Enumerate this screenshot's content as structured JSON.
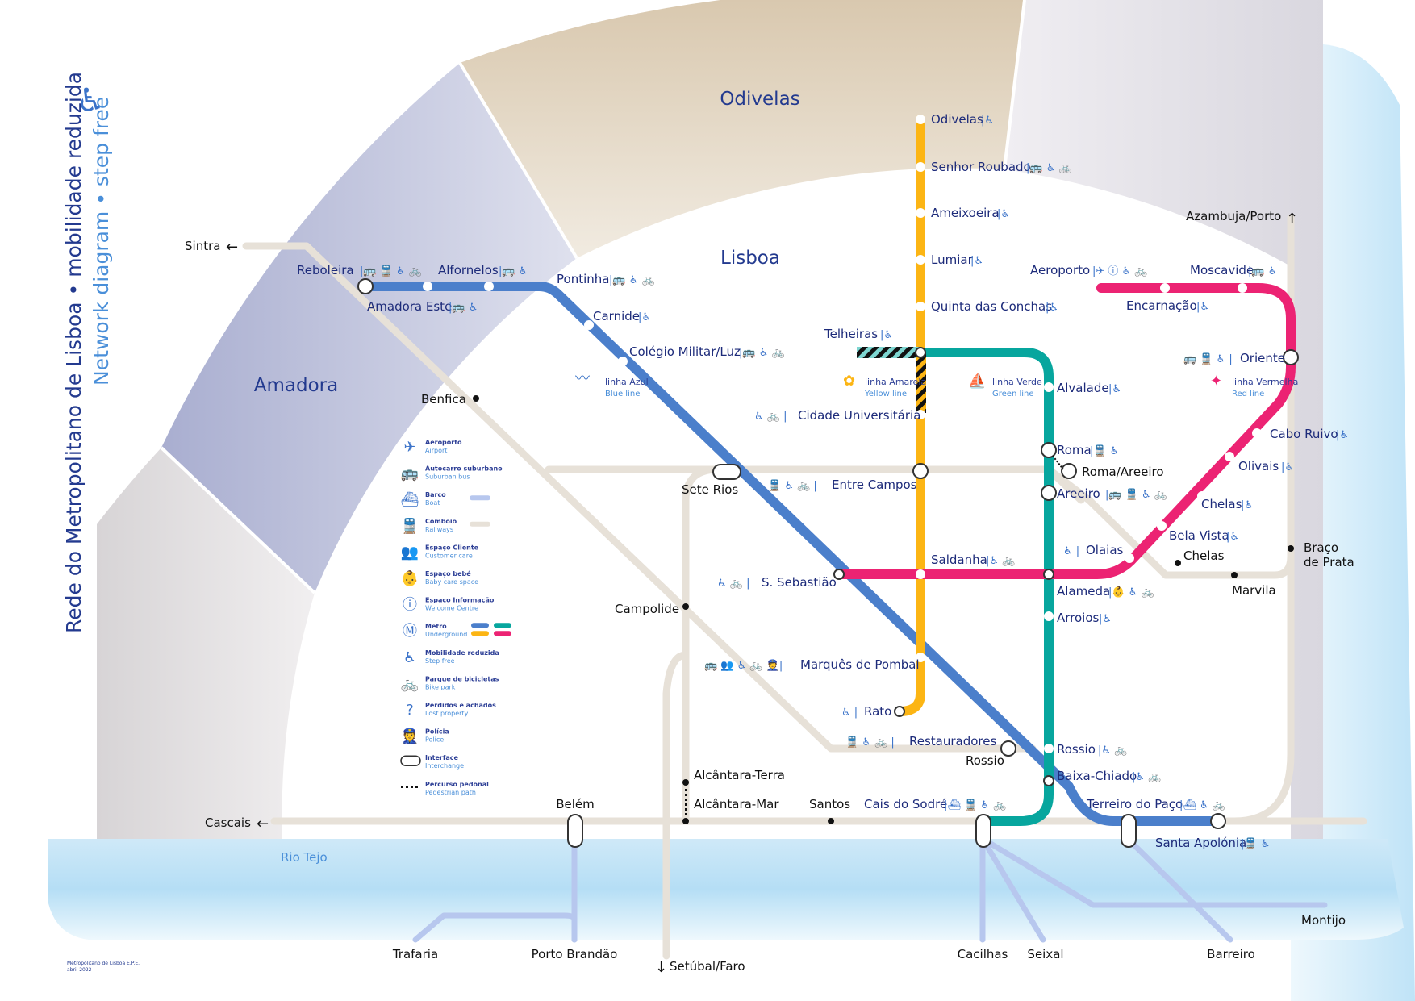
{
  "title_vertical_1": "Rede do Metropolitano de Lisboa • mobilidade reduzida",
  "title_vertical_2": "Network diagram • step free",
  "zones": {
    "odivelas": "Odivelas",
    "lisboa": "Lisboa",
    "amadora": "Amadora"
  },
  "river": "Rio Tejo",
  "credit_1": "Metropolitano de Lisboa E.P.E.",
  "credit_2": "abril 2022",
  "colors": {
    "azul": "#4b7fcb",
    "amarela": "#fcb514",
    "verde": "#07a69e",
    "vermelha": "#ec2373",
    "rail": "#e7e1d8",
    "boat": "#b7c7ee",
    "navy": "#1d2b7a",
    "icon": "#3b73c9"
  },
  "lines": {
    "azul": {
      "name": "linha Azul",
      "sub": "Blue line"
    },
    "amarela": {
      "name": "linha Amarela",
      "sub": "Yellow line"
    },
    "verde": {
      "name": "linha Verde",
      "sub": "Green line"
    },
    "vermelha": {
      "name": "linha Vermelha",
      "sub": "Red line"
    }
  },
  "stations": [
    {
      "name": "Odivelas",
      "icons": "|♿"
    },
    {
      "name": "Senhor Roubado",
      "icons": "|🚌 ♿ 🚲"
    },
    {
      "name": "Ameixoeira",
      "icons": "|♿"
    },
    {
      "name": "Lumiar",
      "icons": "|♿"
    },
    {
      "name": "Quinta das Conchas",
      "icons": "|♿"
    },
    {
      "name": "Telheiras",
      "icons": "|♿"
    },
    {
      "name": "Cidade Universitária",
      "icons": "♿ 🚲 |"
    },
    {
      "name": "Entre Campos",
      "icons": "🚆 ♿ 🚲 |"
    },
    {
      "name": "Saldanha",
      "icons": "|♿ 🚲"
    },
    {
      "name": "Marquês de Pombal",
      "icons": "🚌 👥 ♿ 🚲 👮|"
    },
    {
      "name": "Rato",
      "icons": "♿ |"
    },
    {
      "name": "Reboleira",
      "icons": "|🚌 🚆 ♿ 🚲"
    },
    {
      "name": "Alfornelos",
      "icons": "|🚌 ♿"
    },
    {
      "name": "Amadora Este",
      "icons": "|🚌 ♿"
    },
    {
      "name": "Pontinha",
      "icons": "|🚌 ♿ 🚲"
    },
    {
      "name": "Carnide",
      "icons": "|♿"
    },
    {
      "name": "Colégio Militar/Luz",
      "icons": "|🚌 ♿ 🚲"
    },
    {
      "name": "S. Sebastião",
      "icons": "♿ 🚲 |"
    },
    {
      "name": "Restauradores",
      "icons": "🚆 ♿ 🚲 |"
    },
    {
      "name": "Terreiro do Paço",
      "icons": "|⛴ ♿ 🚲"
    },
    {
      "name": "Santa Apolónia",
      "icons": "|🚆 ♿"
    },
    {
      "name": "Alvalade",
      "icons": "|♿"
    },
    {
      "name": "Roma",
      "icons": "|🚆 ♿"
    },
    {
      "name": "Areeiro",
      "icons": "|🚌 🚆 ♿ 🚲"
    },
    {
      "name": "Alameda",
      "icons": "|👶 ♿ 🚲"
    },
    {
      "name": "Arroios",
      "icons": "|♿"
    },
    {
      "name": "Rossio",
      "icons": "|♿ 🚲"
    },
    {
      "name": "Baixa-Chiado",
      "icons": "|♿ 🚲"
    },
    {
      "name": "Cais do Sodré",
      "icons": "|⛴ 🚆 ♿ 🚲"
    },
    {
      "name": "Aeroporto",
      "icons": "|✈ ⓘ ♿ 🚲"
    },
    {
      "name": "Encarnação",
      "icons": "|♿"
    },
    {
      "name": "Moscavide",
      "icons": "|🚌 ♿"
    },
    {
      "name": "Oriente",
      "icons": "🚌 🚆 ♿ |"
    },
    {
      "name": "Cabo Ruivo",
      "icons": "|♿"
    },
    {
      "name": "Olivais",
      "icons": "|♿"
    },
    {
      "name": "Chelas",
      "icons": "|♿"
    },
    {
      "name": "Bela Vista",
      "icons": "|♿"
    },
    {
      "name": "Olaias",
      "icons": "♿ |"
    }
  ],
  "rail_labels": [
    "Sintra",
    "Sete Rios",
    "Benfica",
    "Roma/Areeiro",
    "Campolide",
    "Rossio",
    "Alcântara-Terra",
    "Alcântara-Mar",
    "Belém",
    "Santos",
    "Cascais",
    "Azambuja/Porto",
    "Chelas",
    "Marvila",
    "Braço de Prata",
    "Setúbal/Faro"
  ],
  "boat_labels": [
    "Trafaria",
    "Porto Brandão",
    "Cacilhas",
    "Seixal",
    "Barreiro",
    "Montijo"
  ],
  "legend": [
    {
      "pt": "Aeroporto",
      "en": "Airport",
      "icon": "✈"
    },
    {
      "pt": "Autocarro suburbano",
      "en": "Suburban bus",
      "icon": "🚌"
    },
    {
      "pt": "Barco",
      "en": "Boat",
      "icon": "⛴"
    },
    {
      "pt": "Comboio",
      "en": "Railways",
      "icon": "🚆"
    },
    {
      "pt": "Espaço Cliente",
      "en": "Customer care",
      "icon": "👥"
    },
    {
      "pt": "Espaço bebé",
      "en": "Baby care space",
      "icon": "👶"
    },
    {
      "pt": "Espaço Informação",
      "en": "Welcome Centre",
      "icon": "ⓘ"
    },
    {
      "pt": "Metro",
      "en": "Underground",
      "icon": "Ⓜ"
    },
    {
      "pt": "Mobilidade reduzida",
      "en": "Step free",
      "icon": "♿"
    },
    {
      "pt": "Parque de bicicletas",
      "en": "Bike park",
      "icon": "🚲"
    },
    {
      "pt": "Perdidos e achados",
      "en": "Lost property",
      "icon": "?"
    },
    {
      "pt": "Polícia",
      "en": "Police",
      "icon": "👮"
    },
    {
      "pt": "Interface",
      "en": "Interchange",
      "icon": ""
    },
    {
      "pt": "Percurso pedonal",
      "en": "Pedestrian path",
      "icon": ""
    }
  ]
}
